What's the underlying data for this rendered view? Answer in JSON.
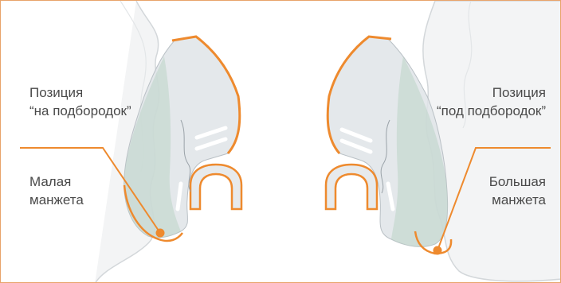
{
  "labels": {
    "left_position_line1": "Позиция",
    "left_position_line2": "“на подбородок”",
    "left_cuff_line1": "Малая",
    "left_cuff_line2": "манжета",
    "right_position_line1": "Позиция",
    "right_position_line2": "“под подбородок”",
    "right_cuff_line1": "Большая",
    "right_cuff_line2": "манжета"
  },
  "colors": {
    "accent_orange": "#ee8a2e",
    "face_outline": "#cfd3d6",
    "mask_fill": "#dfe4e8",
    "mask_tint": "#bcd3c6",
    "border": "#e8a36a"
  }
}
